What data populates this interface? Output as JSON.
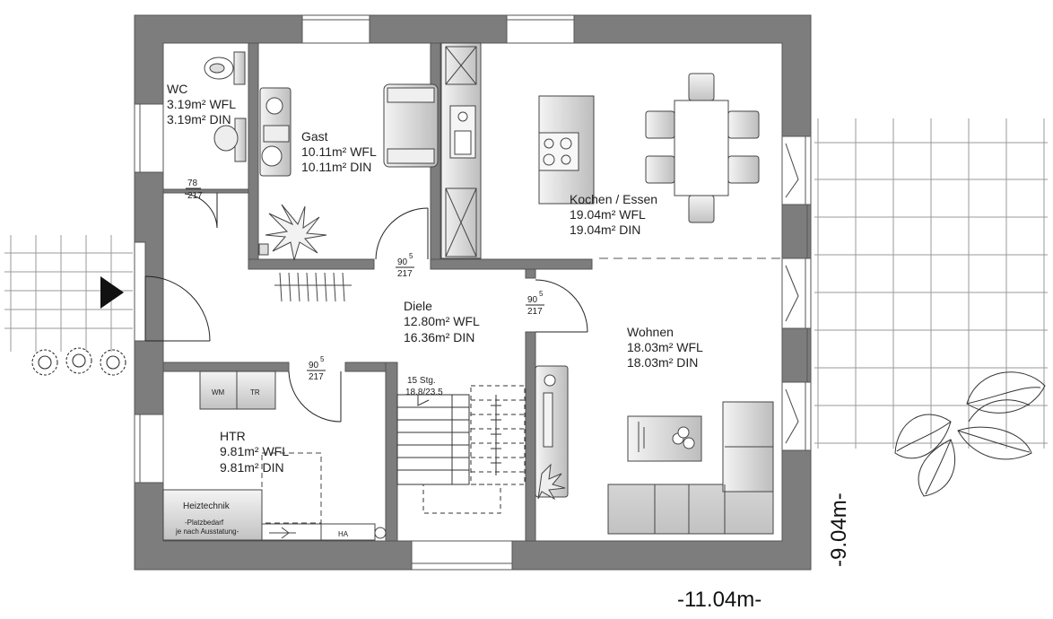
{
  "rooms": {
    "wc": {
      "name": "WC",
      "wfl": "3.19m² WFL",
      "din": "3.19m² DIN"
    },
    "gast": {
      "name": "Gast",
      "wfl": "10.11m² WFL",
      "din": "10.11m² DIN"
    },
    "kochen": {
      "name": "Kochen / Essen",
      "wfl": "19.04m² WFL",
      "din": "19.04m² DIN"
    },
    "diele": {
      "name": "Diele",
      "wfl": "12.80m² WFL",
      "din": "16.36m² DIN"
    },
    "wohnen": {
      "name": "Wohnen",
      "wfl": "18.03m² WFL",
      "din": "18.03m² DIN"
    },
    "htr": {
      "name": "HTR",
      "wfl": "9.81m² WFL",
      "din": "9.81m² DIN"
    }
  },
  "doors": {
    "wc": {
      "w": "78",
      "h": "217"
    },
    "gast": {
      "w": "90",
      "sup": "5",
      "h": "217"
    },
    "diele_wohnen": {
      "w": "90",
      "sup": "5",
      "h": "217"
    },
    "htr": {
      "w": "90",
      "sup": "5",
      "h": "217"
    }
  },
  "stairs": {
    "label": "15 Stg.",
    "size": "18.8/23.5"
  },
  "fixtures": {
    "wm": "WM",
    "tr": "TR",
    "heiztechnik": "Heiztechnik",
    "platzbedarf": "-Platzbedarf",
    "ausstattung": "je nach Ausstatung-",
    "ha": "HA"
  },
  "dimensions": {
    "width": "-11.04m-",
    "height": "-9.04m-"
  },
  "colors": {
    "wall": "#7d7d7d",
    "wall_stroke": "#555555",
    "grid": "#9a9a9a",
    "fixture": "#e3e3e3"
  },
  "icons": [
    "entrance-arrow-icon",
    "plant-icon",
    "sink-icon",
    "cooktop-icon",
    "toilet-icon",
    "washbasin-icon"
  ]
}
